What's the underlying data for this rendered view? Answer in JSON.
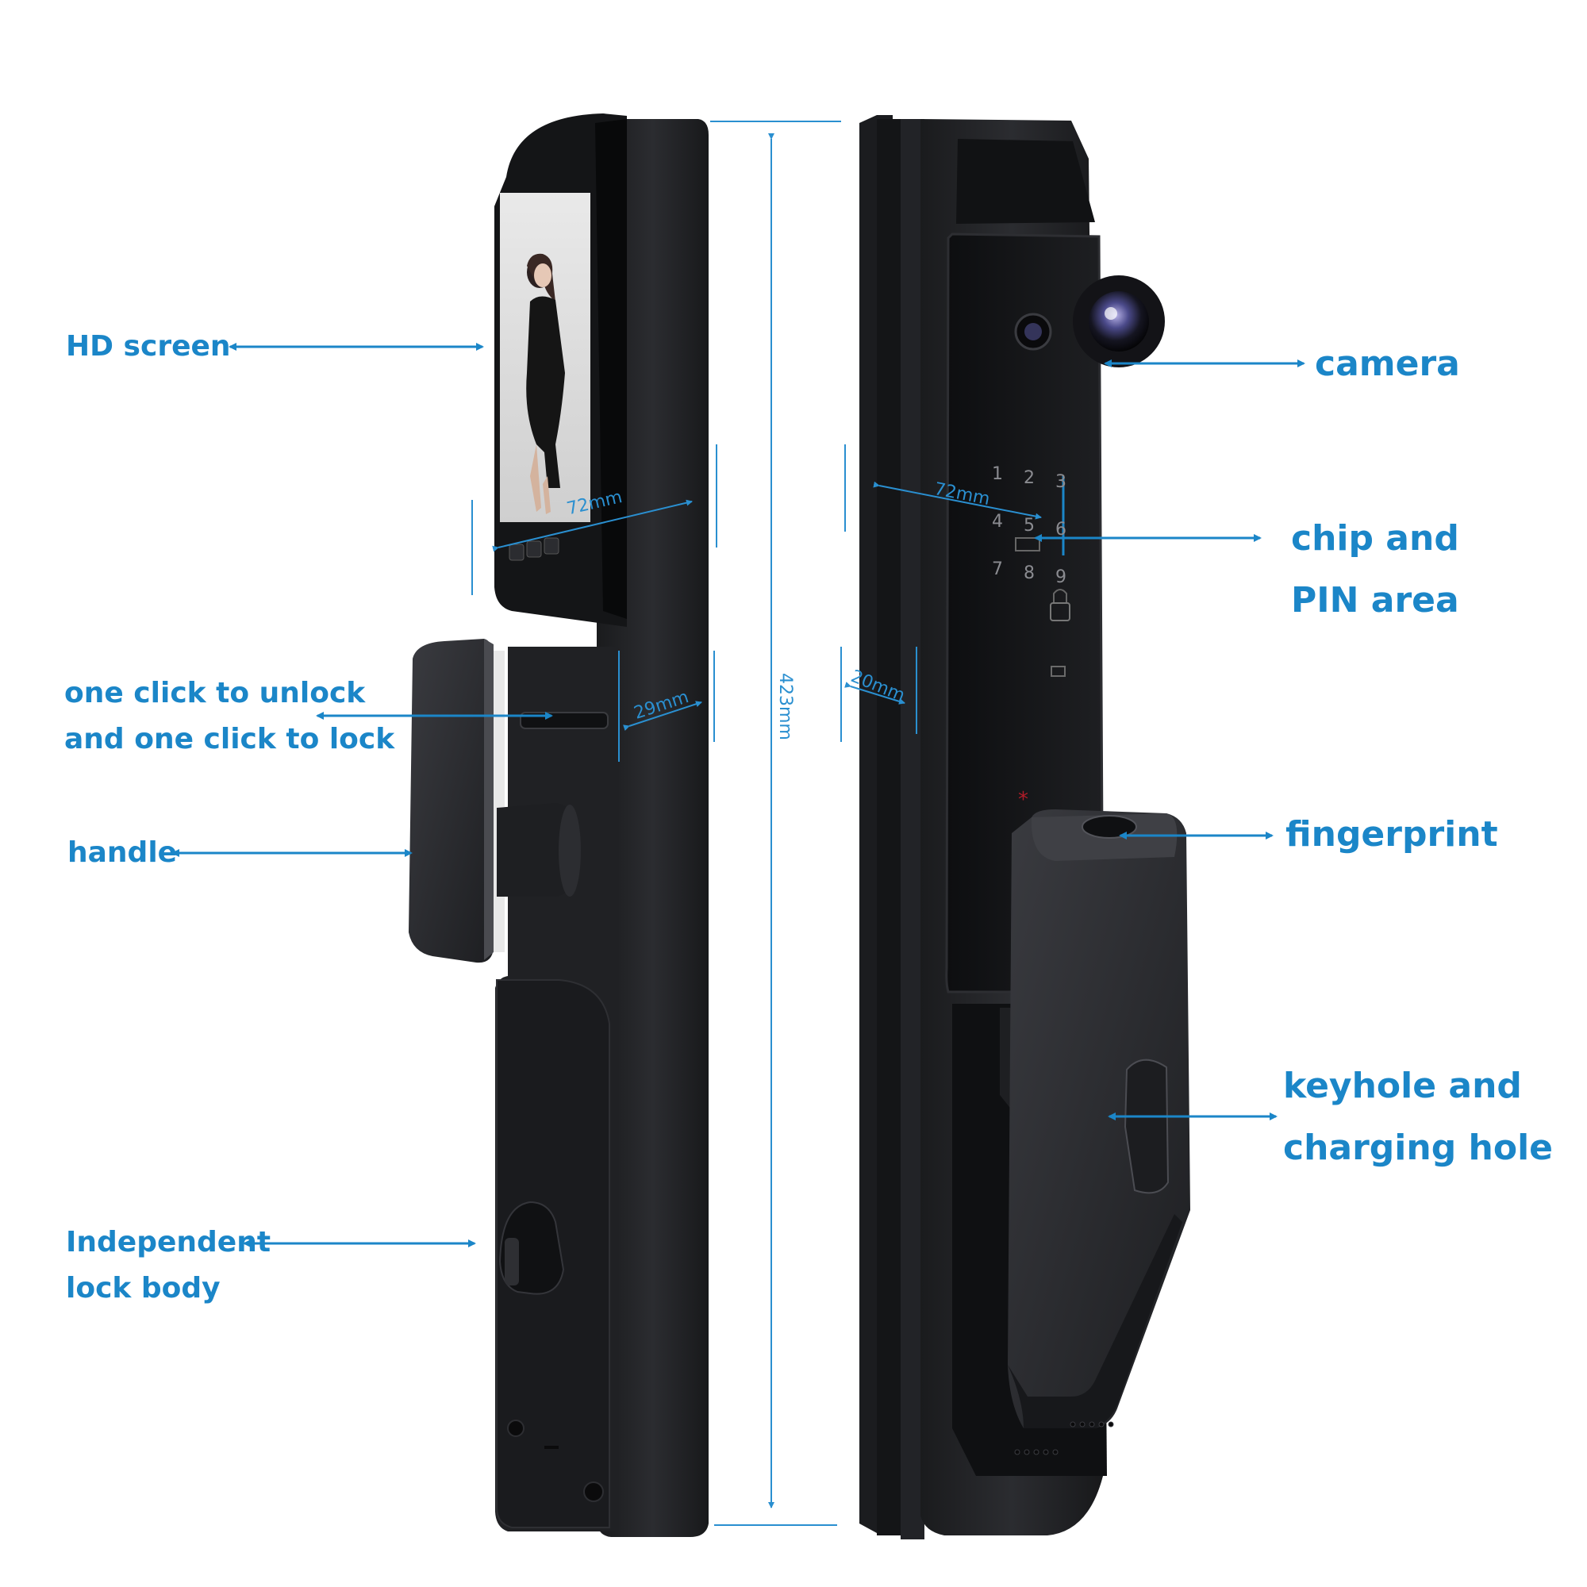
{
  "labels": {
    "hd_screen": "HD screen",
    "one_click_line1": "one click to unlock",
    "one_click_line2": "and one click to lock",
    "handle": "handle",
    "independent_line1": "Independent",
    "independent_line2": "lock body",
    "camera": "camera",
    "chip_line1": "chip and",
    "chip_line2": "PIN area",
    "fingerprint": "fingerprint",
    "keyhole_line1": "keyhole and",
    "keyhole_line2": "charging hole"
  },
  "dimensions": {
    "front_width": "72mm",
    "front_thickness": "29mm",
    "height": "423mm",
    "back_width": "72mm",
    "back_thickness": "20mm"
  },
  "keypad": {
    "keys": [
      "1",
      "2",
      "3",
      "4",
      "5",
      "6",
      "7",
      "8",
      "9"
    ],
    "star": "*"
  },
  "colors": {
    "label_blue": "#1b86c8",
    "dimension_blue": "#2a8fd0",
    "lock_body": "#222326"
  }
}
